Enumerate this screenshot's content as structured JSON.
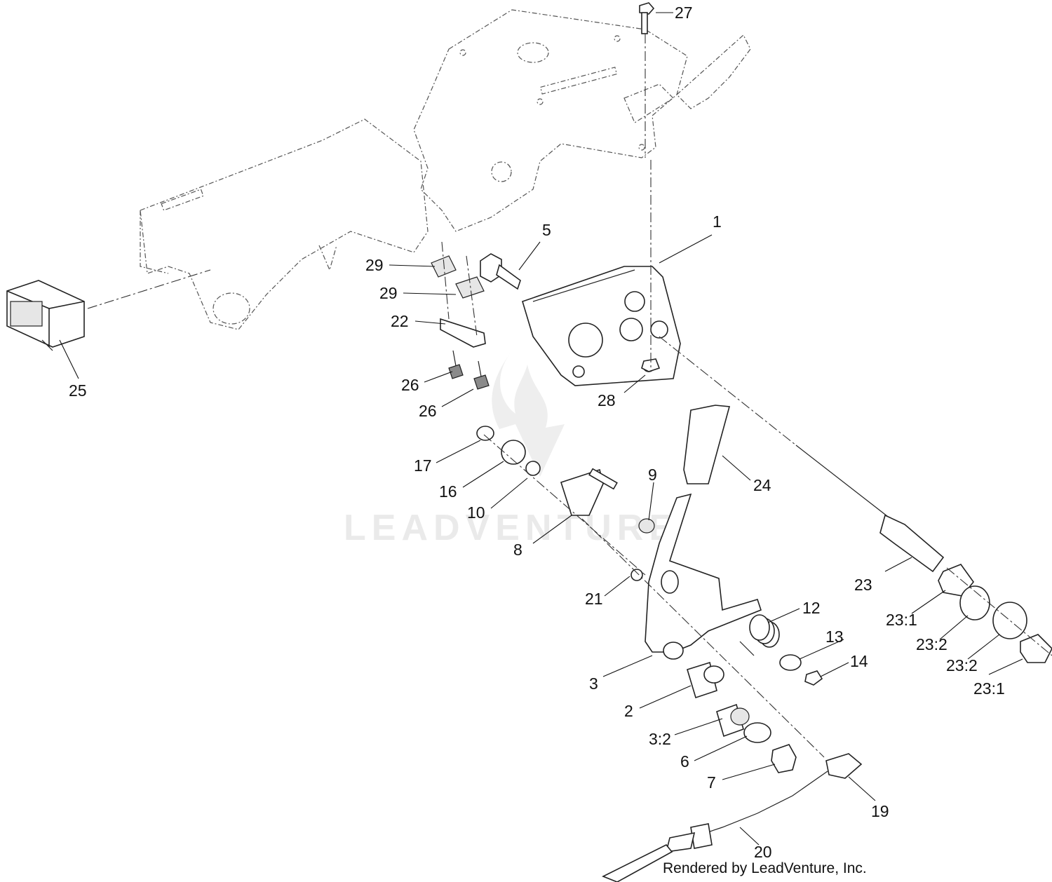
{
  "watermark": {
    "text": "LEADVENTURE"
  },
  "credit": "Rendered by LeadVenture, Inc.",
  "callouts": [
    {
      "id": "c27",
      "text": "27"
    },
    {
      "id": "c5",
      "text": "5"
    },
    {
      "id": "c1",
      "text": "1"
    },
    {
      "id": "c29a",
      "text": "29"
    },
    {
      "id": "c29b",
      "text": "29"
    },
    {
      "id": "c22",
      "text": "22"
    },
    {
      "id": "c25",
      "text": "25"
    },
    {
      "id": "c26a",
      "text": "26"
    },
    {
      "id": "c26b",
      "text": "26"
    },
    {
      "id": "c28",
      "text": "28"
    },
    {
      "id": "c17",
      "text": "17"
    },
    {
      "id": "c16",
      "text": "16"
    },
    {
      "id": "c10",
      "text": "10"
    },
    {
      "id": "c9",
      "text": "9"
    },
    {
      "id": "c24",
      "text": "24"
    },
    {
      "id": "c8",
      "text": "8"
    },
    {
      "id": "c23",
      "text": "23"
    },
    {
      "id": "c21",
      "text": "21"
    },
    {
      "id": "c12",
      "text": "12"
    },
    {
      "id": "c23_1a",
      "text": "23:1"
    },
    {
      "id": "c13",
      "text": "13"
    },
    {
      "id": "c23_2a",
      "text": "23:2"
    },
    {
      "id": "c14",
      "text": "14"
    },
    {
      "id": "c23_2b",
      "text": "23:2"
    },
    {
      "id": "c3",
      "text": "3"
    },
    {
      "id": "c23_1b",
      "text": "23:1"
    },
    {
      "id": "c2",
      "text": "2"
    },
    {
      "id": "c3_2",
      "text": "3:2"
    },
    {
      "id": "c6",
      "text": "6"
    },
    {
      "id": "c7",
      "text": "7"
    },
    {
      "id": "c19",
      "text": "19"
    },
    {
      "id": "c20",
      "text": "20"
    }
  ],
  "parts": [
    {
      "key": "console-plate",
      "name": "console-plate-ghost"
    },
    {
      "key": "frame",
      "name": "frame-ghost"
    },
    {
      "key": "bracket",
      "name": "mount-bracket"
    },
    {
      "key": "switch",
      "name": "hour-meter-switch"
    },
    {
      "key": "lever",
      "name": "control-lever"
    },
    {
      "key": "cable",
      "name": "throttle-cable"
    },
    {
      "key": "grip",
      "name": "lever-grip"
    }
  ]
}
